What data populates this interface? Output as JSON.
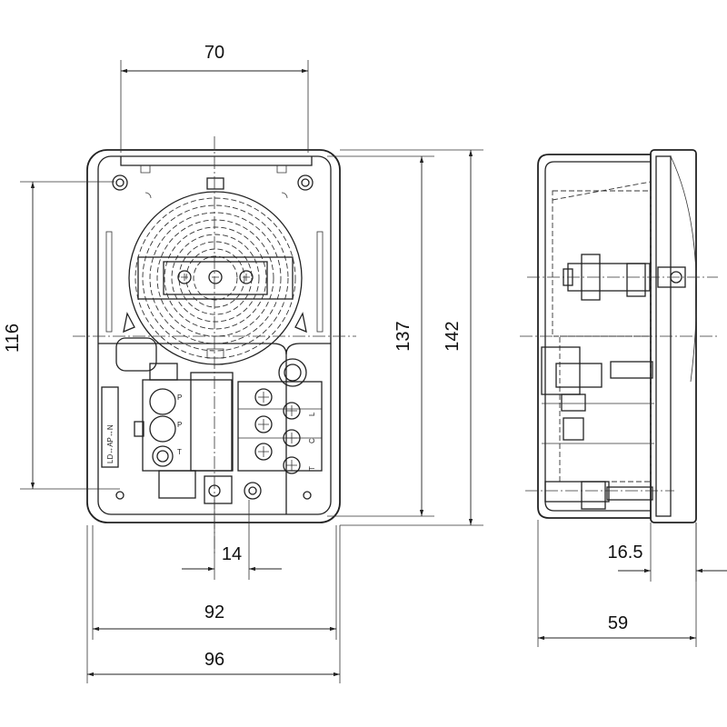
{
  "dimensions": {
    "front_mount_width": "70",
    "front_mount_height": "116",
    "front_body_height_inner": "137",
    "front_body_height": "142",
    "front_terminal_pitch": "14",
    "front_width_inner": "92",
    "front_width": "96",
    "side_protrusion": "16.5",
    "side_depth": "59"
  },
  "labels": {
    "switch_legend": "LD↔AP↔N",
    "terminal_p1": "P",
    "terminal_p2": "P",
    "terminal_t": "T",
    "terminal_l": "L",
    "terminal_c": "C",
    "terminal_t2": "T"
  }
}
